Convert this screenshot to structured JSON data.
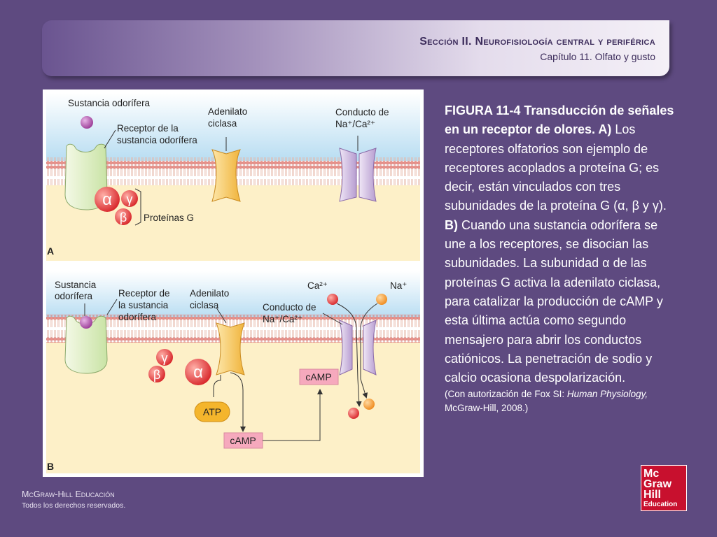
{
  "header": {
    "section": "Sección II.  Neurofisiología central y periférica",
    "chapter": "Capítulo 11. Olfato y gusto"
  },
  "figure": {
    "panel_a": {
      "label": "A",
      "odorant": "Sustancia odorífera",
      "receptor_line1": "Receptor de la",
      "receptor_line2": "sustancia odorífera",
      "adenylate_line1": "Adenilato",
      "adenylate_line2": "ciclasa",
      "channel_line1": "Conducto de",
      "channel_line2": "Na⁺/Ca²⁺",
      "alpha": "α",
      "beta": "β",
      "gamma": "γ",
      "gproteins": "Proteínas G"
    },
    "panel_b": {
      "label": "B",
      "odorant_line1": "Sustancia",
      "odorant_line2": "odorífera",
      "receptor_line1": "Receptor de",
      "receptor_line2": "la sustancia",
      "receptor_line3": "odorífera",
      "adenylate_line1": "Adenilato",
      "adenylate_line2": "ciclasa",
      "channel_line1": "Conducto de",
      "channel_line2": "Na⁺/Ca²⁺",
      "ca": "Ca²⁺",
      "na": "Na⁺",
      "alpha": "α",
      "beta": "β",
      "gamma": "γ",
      "atp": "ATP",
      "camp_bottom": "cAMP",
      "camp_top": "cAMP"
    }
  },
  "caption": {
    "bold_title": "FIGURA 11-4 Transducción de señales en un receptor de olores. A)",
    "text1": " Los receptores olfatorios son ejemplo de receptores acoplados a proteína G; es decir, están vinculados con tres subunidades de la proteína G (α, β y γ). ",
    "bold_b": "B)",
    "text2": " Cuando una sustancia odorífera se une a los receptores, se disocian las subunidades. La subunidad α de las proteínas G activa la adenilato ciclasa, para catalizar la producción de cAMP y esta última actúa como segundo mensajero para abrir los conductos catiónicos. La penetración de sodio y calcio ocasiona despolarización.",
    "credit_pre": "(Con autorización de Fox SI: ",
    "credit_italic": "Human Physiology,",
    "credit_post": " McGraw-Hill, 2008.)"
  },
  "footer": {
    "brand": "McGraw-Hill Educación",
    "rights": "Todos los derechos reservados."
  },
  "logo": {
    "line1": "Mc",
    "line2": "Graw",
    "line3": "Hill",
    "line4": "Education"
  }
}
